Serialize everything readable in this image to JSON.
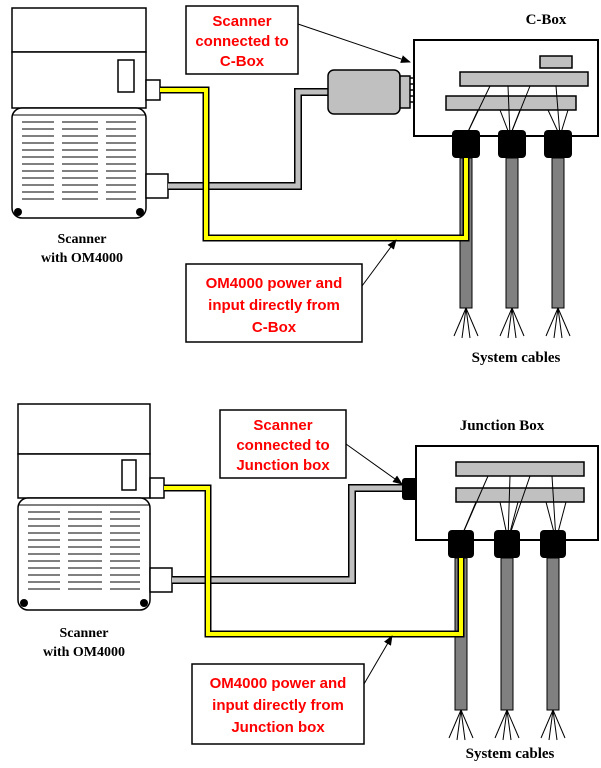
{
  "colors": {
    "cable_yellow": "#ffff00",
    "cable_gray": "#c0c0c0",
    "callout_text": "#ff0000",
    "line": "#000000"
  },
  "diagram_top": {
    "box_title": "C-Box",
    "scanner_label": [
      "Scanner",
      "with OM4000"
    ],
    "callout_connected": [
      "Scanner",
      "connected to",
      "C-Box"
    ],
    "callout_power": [
      "OM4000 power and",
      "input directly from",
      "C-Box"
    ],
    "cables_label": "System cables"
  },
  "diagram_bottom": {
    "box_title": "Junction Box",
    "scanner_label": [
      "Scanner",
      "with OM4000"
    ],
    "callout_connected": [
      "Scanner",
      "connected to",
      "Junction box"
    ],
    "callout_power": [
      "OM4000 power and",
      "input directly from",
      "Junction box"
    ],
    "cables_label": "System cables"
  }
}
